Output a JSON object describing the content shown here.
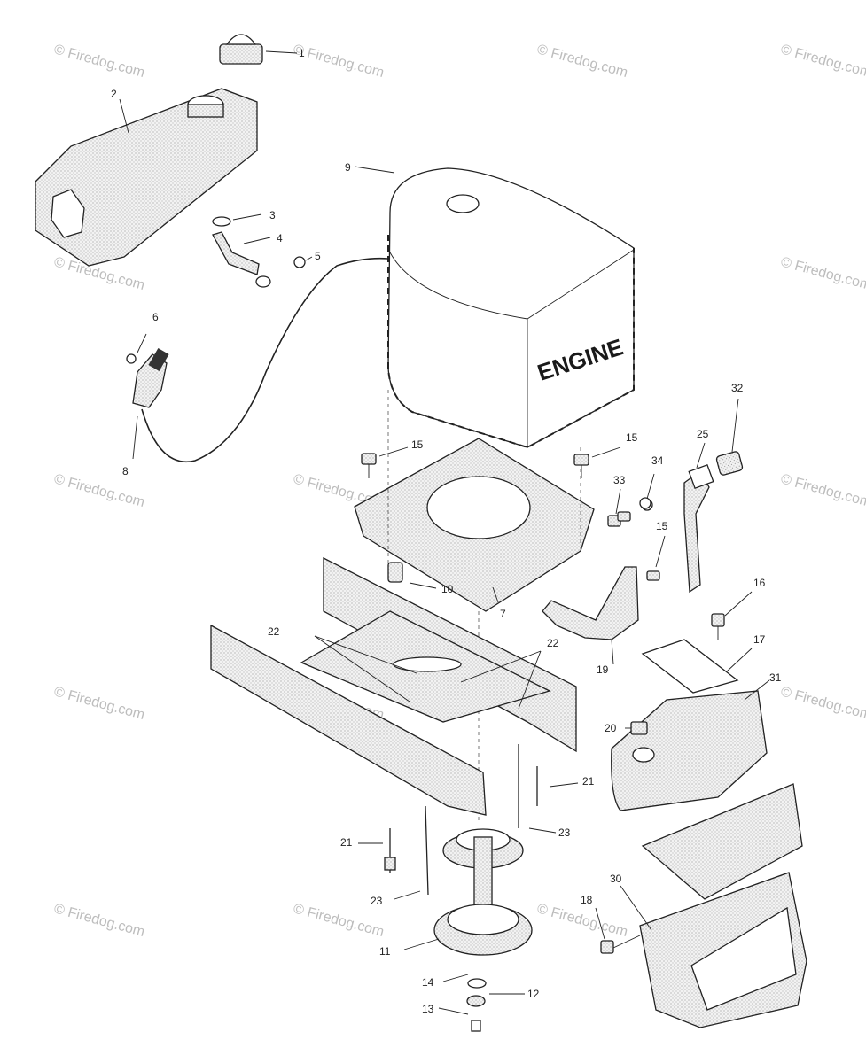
{
  "engine_label": "ENGINE",
  "watermark": "© Firedog.com",
  "callouts": [
    "1",
    "2",
    "3",
    "4",
    "5",
    "6",
    "8",
    "9",
    "15",
    "15",
    "33",
    "34",
    "25",
    "32",
    "15",
    "10",
    "7",
    "16",
    "17",
    "19",
    "22",
    "22",
    "31",
    "20",
    "21",
    "21",
    "23",
    "23",
    "30",
    "18",
    "11",
    "14",
    "12",
    "13"
  ]
}
